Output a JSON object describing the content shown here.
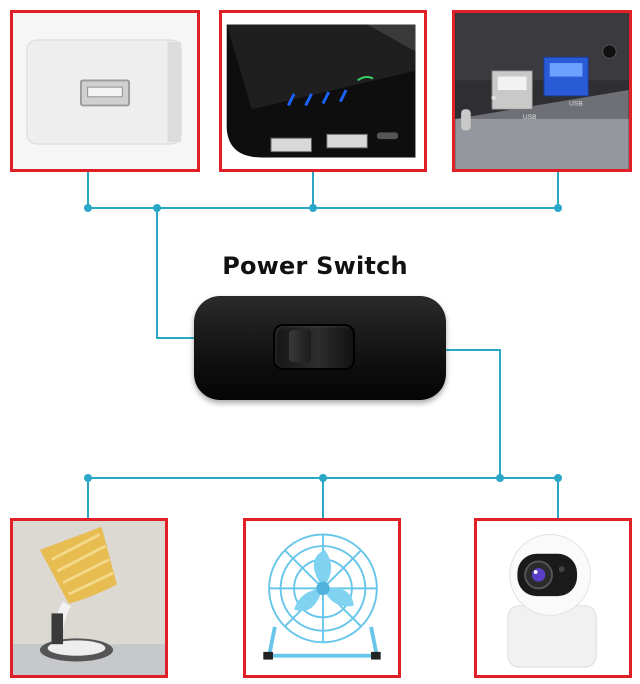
{
  "title": "Power Switch",
  "colors": {
    "frame_border": "#e01f26",
    "wire": "#2aa7c6",
    "switch": "#111111"
  },
  "devices": {
    "inputs": [
      {
        "name": "usb wall charger",
        "icon": "usb-charger-icon"
      },
      {
        "name": "power bank",
        "icon": "power-bank-icon"
      },
      {
        "name": "computer usb ports",
        "icon": "computer-usb-ports-icon"
      }
    ],
    "outputs": [
      {
        "name": "desk lamp",
        "icon": "desk-lamp-icon"
      },
      {
        "name": "desk fan",
        "icon": "desk-fan-icon"
      },
      {
        "name": "security camera",
        "icon": "security-camera-icon"
      }
    ]
  },
  "port_labels": {
    "usb_left": "USB",
    "usb_right": "USB"
  }
}
